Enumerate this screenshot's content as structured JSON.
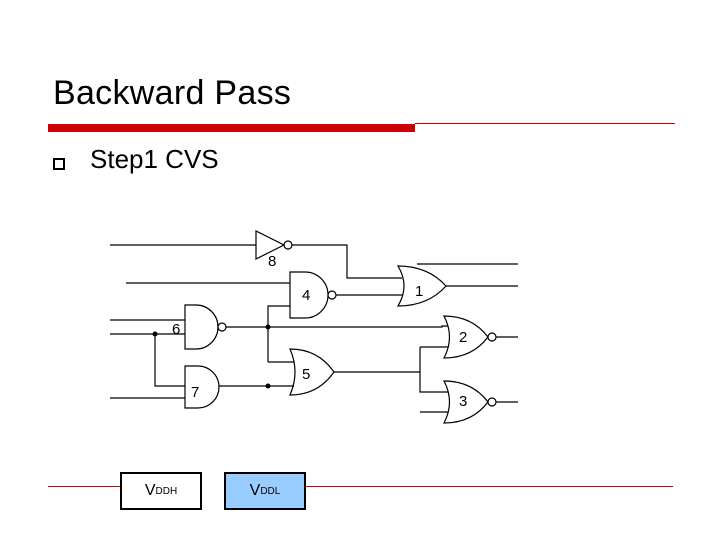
{
  "slide": {
    "title": "Backward Pass",
    "bullet": "Step1 CVS"
  },
  "gates": [
    {
      "id": "g1",
      "label": "1"
    },
    {
      "id": "g2",
      "label": "2"
    },
    {
      "id": "g3",
      "label": "3"
    },
    {
      "id": "g4",
      "label": "4"
    },
    {
      "id": "g5",
      "label": "5"
    },
    {
      "id": "g6",
      "label": "6"
    },
    {
      "id": "g7",
      "label": "7"
    },
    {
      "id": "g8",
      "label": "8"
    }
  ],
  "voltage_boxes": {
    "vddh": {
      "main": "V",
      "sub": "DDH"
    },
    "vddl": {
      "main": "V",
      "sub": "DDL"
    }
  },
  "colors": {
    "accent_red": "#cc0000",
    "vddl_fill": "#99ccff",
    "vddh_fill": "#ffffff"
  }
}
